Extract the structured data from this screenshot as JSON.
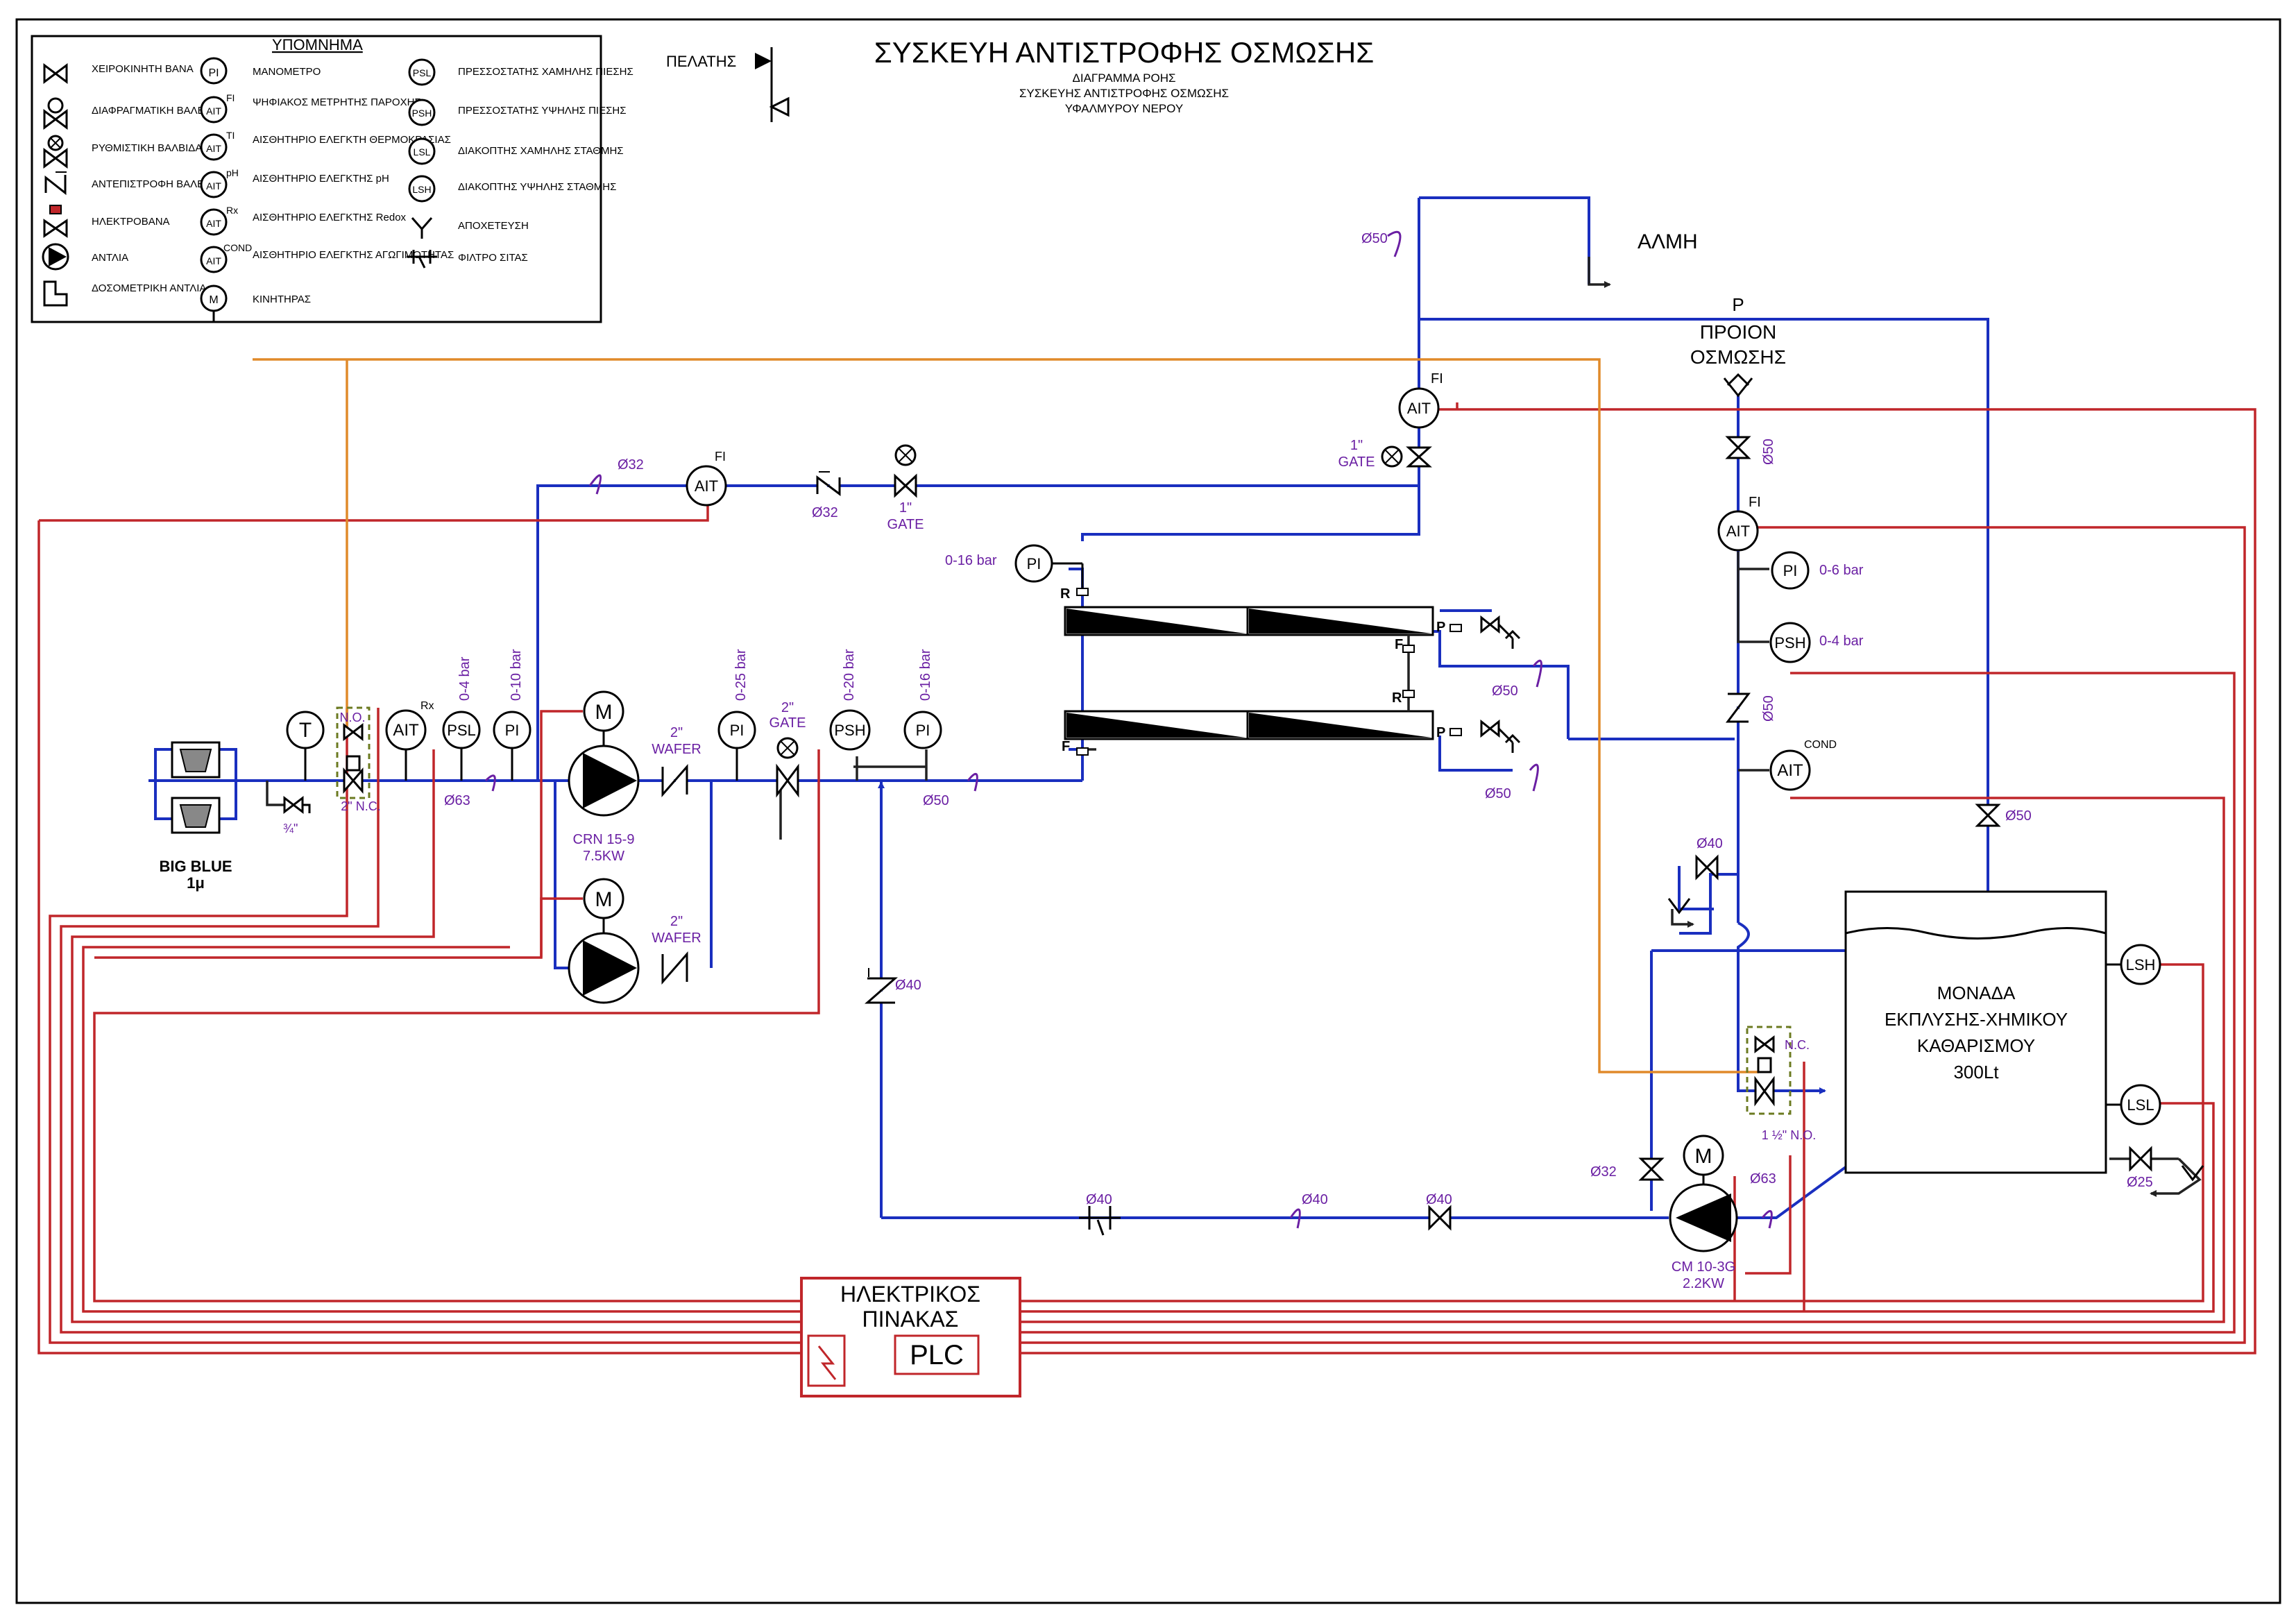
{
  "title": "ΣΥΣΚΕΥΗ ΑΝΤΙΣΤΡΟΦΗΣ ΟΣΜΩΣΗΣ",
  "subtitle": [
    "ΔΙΑΓΡΑΜΜΑ ΡΟΗΣ",
    "ΣΥΣΚΕΥΗΣ ΑΝΤΙΣΤΡΟΦΗΣ ΟΣΜΩΣΗΣ",
    "ΥΦΑΛΜΥΡΟΥ ΝΕΡΟΥ"
  ],
  "client_label": "ΠΕΛΑΤΗΣ",
  "legend": {
    "title": "ΥΠΟΜΝΗΜΑ",
    "col1": [
      {
        "label": "ΧΕΙΡΟΚΙΝΗΤΗ ΒΑΝΑ",
        "icon": "gate-valve-icon"
      },
      {
        "label": "ΔΙΑΦΡΑΓΜΑΤΙΚΗ ΒΑΛΒΙΔΑ",
        "icon": "diaphragm-valve-icon"
      },
      {
        "label": "ΡΥΘΜΙΣΤΙΚΗ ΒΑΛΒΙΔΑ",
        "icon": "control-valve-icon"
      },
      {
        "label": "ΑΝΤΕΠΙΣΤΡΟΦΗ ΒΑΛΒΙΔΑ",
        "icon": "check-valve-icon"
      },
      {
        "label": "ΗΛΕΚΤΡΟΒΑΝΑ",
        "icon": "solenoid-valve-icon"
      },
      {
        "label": "ΑΝΤΛΙΑ",
        "icon": "pump-icon"
      },
      {
        "label": "ΔΟΣΟΜΕΤΡΙΚΗ ΑΝΤΛΙΑ",
        "icon": "dosing-pump-icon"
      }
    ],
    "col2": [
      {
        "tag": "PI",
        "sup": "",
        "label": "ΜΑΝΟΜΕΤΡΟ"
      },
      {
        "tag": "AIT",
        "sup": "FI",
        "label": "ΨΗΦΙΑΚΟΣ ΜΕΤΡΗΤΗΣ ΠΑΡΟΧΗΣ"
      },
      {
        "tag": "AIT",
        "sup": "TI",
        "label": "ΑΙΣΘΗΤΗΡΙΟ ΕΛΕΓΚΤΗ ΘΕΡΜΟΚΡΑΣΙΑΣ"
      },
      {
        "tag": "AIT",
        "sup": "pH",
        "label": "ΑΙΣΘΗΤΗΡΙΟ ΕΛΕΓΚΤΗΣ pH"
      },
      {
        "tag": "AIT",
        "sup": "Rx",
        "label": "ΑΙΣΘΗΤΗΡΙΟ ΕΛΕΓΚΤΗΣ Redox"
      },
      {
        "tag": "AIT",
        "sup": "COND",
        "label": "ΑΙΣΘΗΤΗΡΙΟ ΕΛΕΓΚΤΗΣ ΑΓΩΓΙΜΟΤΗΤΑΣ"
      },
      {
        "tag": "M",
        "sup": "",
        "label": "ΚΙΝΗΤΗΡΑΣ"
      }
    ],
    "col3": [
      {
        "tag": "PSL",
        "label": "ΠΡΕΣΣΟΣΤΑΤΗΣ ΧΑΜΗΛΗΣ ΠΙΕΣΗΣ"
      },
      {
        "tag": "PSH",
        "label": "ΠΡΕΣΣΟΣΤΑΤΗΣ ΥΨΗΛΗΣ ΠΙΕΣΗΣ"
      },
      {
        "tag": "LSL",
        "label": "ΔΙΑΚΟΠΤΗΣ ΧΑΜΗΛΗΣ ΣΤΑΘΜΗΣ"
      },
      {
        "tag": "LSH",
        "label": "ΔΙΑΚΟΠΤΗΣ ΥΨΗΛΗΣ ΣΤΑΘΜΗΣ"
      },
      {
        "tag": "",
        "label": "ΑΠΟΧΕΤΕΥΣΗ",
        "icon": "drain-icon"
      },
      {
        "tag": "",
        "label": "ΦΙΛΤΡΟ ΣΙΤΑΣ",
        "icon": "strainer-icon"
      }
    ]
  },
  "labels": {
    "brine": "ΑΛΜΗ",
    "product_p": "P",
    "product_1": "ΠΡΟΙΟΝ",
    "product_2": "ΟΣΜΩΣΗΣ",
    "tank_1": "ΜΟΝΑΔΑ",
    "tank_2": "ΕΚΠΛΥΣΗΣ-ΧΗΜΙΚΟΥ",
    "tank_3": "ΚΑΘΑΡΙΣΜΟΥ",
    "tank_4": "300Lt",
    "panel_1": "ΗΛΕΚΤΡΙΚΟΣ",
    "panel_2": "ΠΙΝΑΚΑΣ",
    "plc": "PLC",
    "big_blue_1": "BIG BLUE",
    "big_blue_2": "1μ",
    "pump1_1": "CRN 15-9",
    "pump1_2": "7.5KW",
    "pump3_1": "CM 10-3G",
    "pump3_2": "2.2KW",
    "wafer1": "2\"",
    "wafer1b": "WAFER",
    "wafer2": "2\"",
    "wafer2b": "WAFER",
    "gate_main": "2\"",
    "gate_mainb": "GATE",
    "gate_top": "1\"",
    "gate_topb": "GATE",
    "gate_brine": "1\"",
    "gate_brineb": "GATE",
    "no_label": "N.O.",
    "nc_label": "2\" N.C.",
    "quarter": "¾\"",
    "nc2": "N.C.",
    "no2": "1 ½\" N.O.",
    "m": "M",
    "r": "R",
    "f": "F",
    "p": "P",
    "fi": "FI",
    "rx": "Rx",
    "cond": "COND",
    "t": "T"
  },
  "gauges": {
    "g_0_4": "0-4 bar",
    "g_0_10": "0-10 bar",
    "g_0_25": "0-25 bar",
    "g_0_20": "0-20 bar",
    "g_0_16": "0-16 bar",
    "g_0_16b": "0-16 bar",
    "g_0_6": "0-6 bar",
    "g_0_4b": "0-4 bar"
  },
  "pipes": {
    "d50a": "Ø50",
    "d50b": "Ø50",
    "d50c": "Ø50",
    "d50d": "Ø50",
    "d50e": "Ø50",
    "d50f": "Ø50",
    "d50g": "Ø50",
    "d32a": "Ø32",
    "d32b": "Ø32",
    "d32c": "Ø32",
    "d63a": "Ø63",
    "d63b": "Ø63",
    "d40a": "Ø40",
    "d40b": "Ø40",
    "d40c": "Ø40",
    "d40d": "Ø40",
    "d40e": "Ø40",
    "d25": "Ø25"
  },
  "colors": {
    "water": "#1a2fbf",
    "signal": "#c0262a",
    "dosing": "#e08a2a",
    "annotation": "#6a1fa3"
  }
}
